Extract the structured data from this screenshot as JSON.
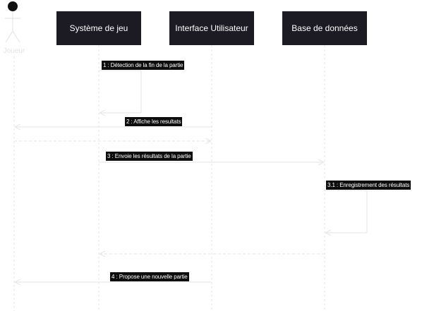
{
  "actor": {
    "label": "Joueur",
    "icon": "stick-figure-actor-icon"
  },
  "participants": [
    {
      "id": "systeme",
      "label": "Système de jeu"
    },
    {
      "id": "interface",
      "label": "Interface Utilisateur"
    },
    {
      "id": "bdd",
      "label": "Base de données"
    }
  ],
  "messages": [
    {
      "id": "m1",
      "label": "1 : Détection de la fin de la partie",
      "type": "self-call"
    },
    {
      "id": "m1r",
      "label": "",
      "type": "return"
    },
    {
      "id": "m2",
      "label": "2 : Affiche les resultats",
      "type": "call"
    },
    {
      "id": "m2r",
      "label": "",
      "type": "return"
    },
    {
      "id": "m3",
      "label": "3 : Envoie les résultats de la partie",
      "type": "call"
    },
    {
      "id": "m31",
      "label": "3.1 : Enregistrement des résultats",
      "type": "self-call"
    },
    {
      "id": "m31r",
      "label": "",
      "type": "return"
    },
    {
      "id": "m3r",
      "label": "",
      "type": "return"
    },
    {
      "id": "m4",
      "label": "4 : Propose une nouvelle partie",
      "type": "call"
    }
  ],
  "colors": {
    "box_fill": "#1c1a22",
    "box_text": "#ffffff",
    "line": "#e6e6e6",
    "label_bg": "#0d0d0d",
    "label_text": "#ffffff",
    "actor_head": "#111111",
    "actor_body": "#e2e2e2"
  }
}
